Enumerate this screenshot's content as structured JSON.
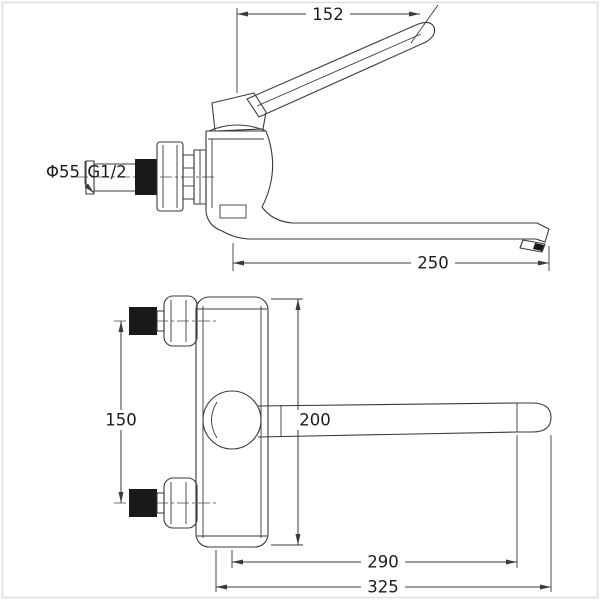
{
  "drawing": {
    "kind": "technical dimension drawing",
    "subject": "wall-mounted single-lever mixer faucet, side view (top) and front view (bottom)"
  },
  "dims": {
    "handle_length": "152",
    "flange_diameter": "Φ55",
    "thread_size": "G1/2",
    "spout_reach": "250",
    "mount_spacing": "150",
    "body_height": "200",
    "handle_reach": "290",
    "overall_reach": "325"
  },
  "colors": {
    "line": "#3a3a3a",
    "dark_fill": "#191919",
    "background": "#ffffff",
    "border": "#dedede"
  }
}
